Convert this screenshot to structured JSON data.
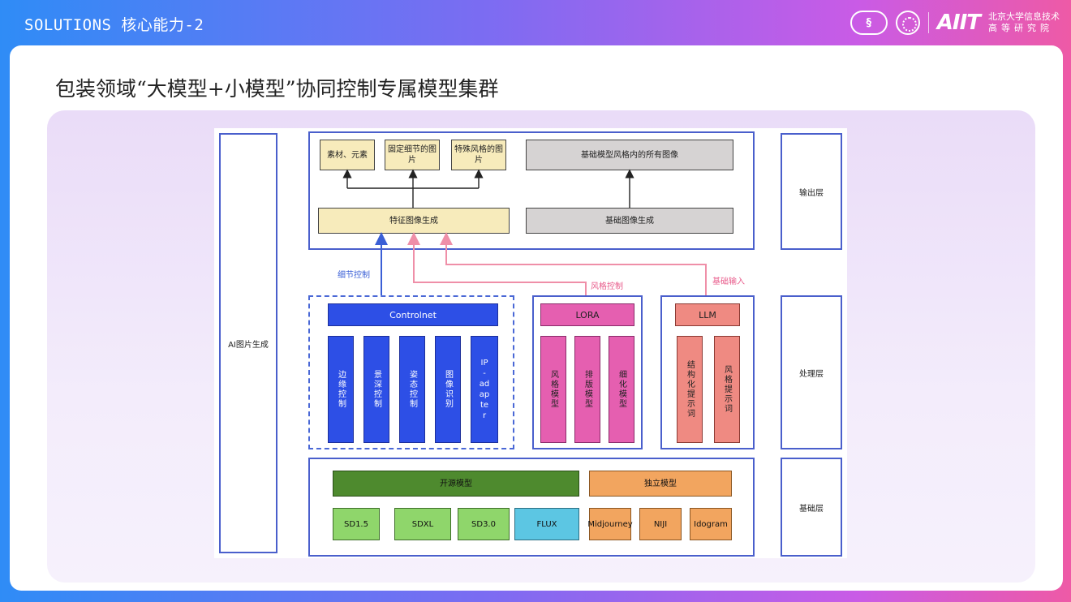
{
  "header": {
    "title": "SOLUTIONS 核心能力-2",
    "logo_seal": "§",
    "logo_brand": "AIIT",
    "org_line1": "北京大学信息技术",
    "org_line2": "高等研究院"
  },
  "page": {
    "heading": "包装领域“大模型+小模型”协同控制专属模型集群"
  },
  "diagram": {
    "left_label": "AI图片生成",
    "layers": {
      "output": "输出层",
      "processing": "处理层",
      "base": "基础层"
    },
    "output_layer": {
      "box_materials": "素材、元素",
      "box_fixed_detail": "固定细节的图片",
      "box_special_style": "特殊风格的图片",
      "box_all_images": "基础模型风格内的所有图像",
      "box_feature_gen": "特征图像生成",
      "box_base_gen": "基础图像生成"
    },
    "arrows": {
      "detail_control": "细节控制",
      "style_control": "风格控制",
      "base_input": "基础输入"
    },
    "controlnet": {
      "title": "Controlnet",
      "items": [
        "边缘控制",
        "景深控制",
        "姿态控制",
        "图像识别"
      ],
      "ip_adapter": [
        "IP",
        "-",
        "ad",
        "ap",
        "te",
        "r"
      ]
    },
    "lora": {
      "title": "LORA",
      "items": [
        "风格模型",
        "排版模型",
        "细化模型"
      ]
    },
    "llm": {
      "title": "LLM",
      "items": [
        "结构化提示词",
        "风格提示词"
      ]
    },
    "base_layer": {
      "open_source": "开源模型",
      "independent": "独立模型",
      "models": [
        "SD1.5",
        "SDXL",
        "SD3.0",
        "FLUX",
        "Midjourney",
        "NIJI",
        "Idogram"
      ]
    },
    "colors": {
      "blue_arrow": "#3a5fd6",
      "pink_arrow": "#ef8fa8",
      "frame": "#4a5fcc"
    }
  }
}
